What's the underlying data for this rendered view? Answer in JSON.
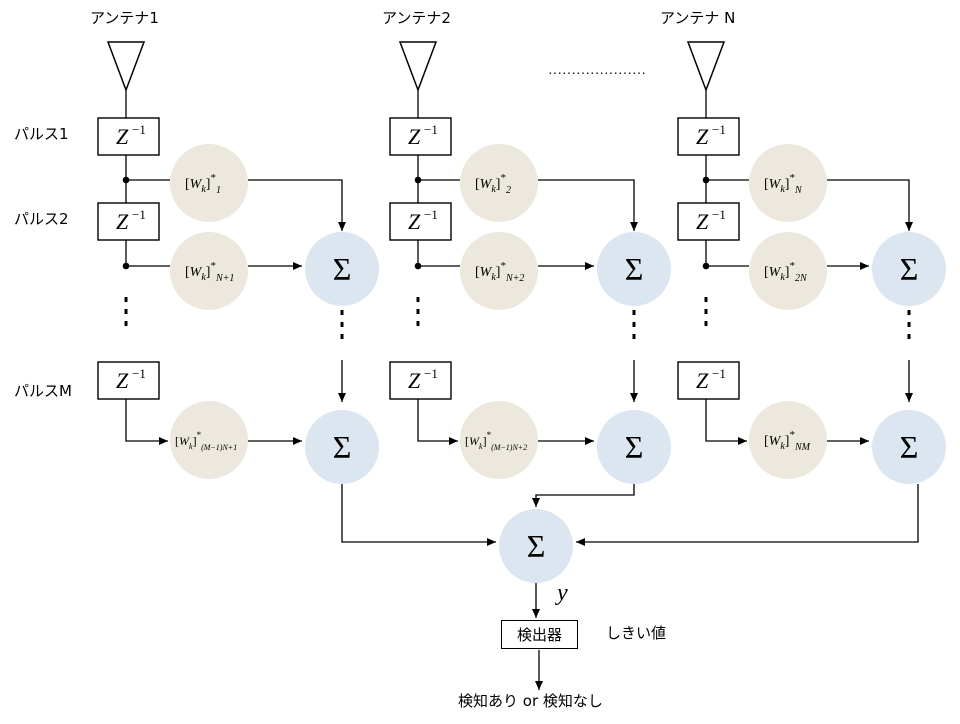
{
  "antennas": [
    {
      "label": "アンテナ1"
    },
    {
      "label": "アンテナ2"
    },
    {
      "label": "アンテナ N"
    }
  ],
  "ellipsis": "…………………",
  "pulses": [
    {
      "label": "パルス1"
    },
    {
      "label": "パルス2"
    },
    {
      "label": "パルスM"
    }
  ],
  "delay": {
    "symbol": "Z",
    "exponent": "−1"
  },
  "sum_symbol": "Σ",
  "weights": {
    "base": "W",
    "sub_k": "k",
    "conj": "*",
    "columns": [
      [
        "1",
        "N+1",
        "(M−1)N+1"
      ],
      [
        "2",
        "N+2",
        "(M−1)N+2"
      ],
      [
        "N",
        "2N",
        "NM"
      ]
    ]
  },
  "output_symbol": "y",
  "detector": {
    "label": "検出器"
  },
  "threshold": {
    "label": "しきい値"
  },
  "result": {
    "label": "検知あり  or 検知なし"
  },
  "colors": {
    "weight_circle": "#ece8dd",
    "sum_circle": "#dce6f1",
    "line": "#000000"
  }
}
